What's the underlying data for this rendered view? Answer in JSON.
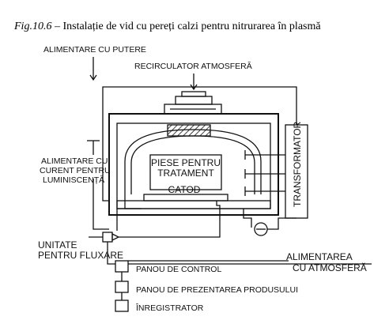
{
  "caption": {
    "number": "Fig.10.6",
    "text": " – Instalație de vid cu pereți calzi pentru nitrurarea în plasmă"
  },
  "labels": {
    "power_supply": "ALIMENTARE CU PUTERE",
    "recirculator": "RECIRCULATOR ATMOSFERĂ",
    "glow_supply_1": "ALIMENTARE CU",
    "glow_supply_2": "CURENT PENTRU",
    "glow_supply_3": "LUMINISCENȚĂ",
    "workpieces_1": "PIESE PENTRU",
    "workpieces_2": "TRATAMENT",
    "cathode": "CATOD",
    "transformer": "TRANSFORMATOR",
    "flow_unit_1": "UNITATE",
    "flow_unit_2": "PENTRU FLUXARE",
    "atmosphere_feed_1": "ALIMENTAREA",
    "atmosphere_feed_2": "CU ATMOSFERĂ",
    "control_panel": "PANOU DE CONTROL",
    "product_panel": "PANOU DE PREZENTAREA PRODUSULUI",
    "recorder": "ÎNREGISTRATOR"
  }
}
